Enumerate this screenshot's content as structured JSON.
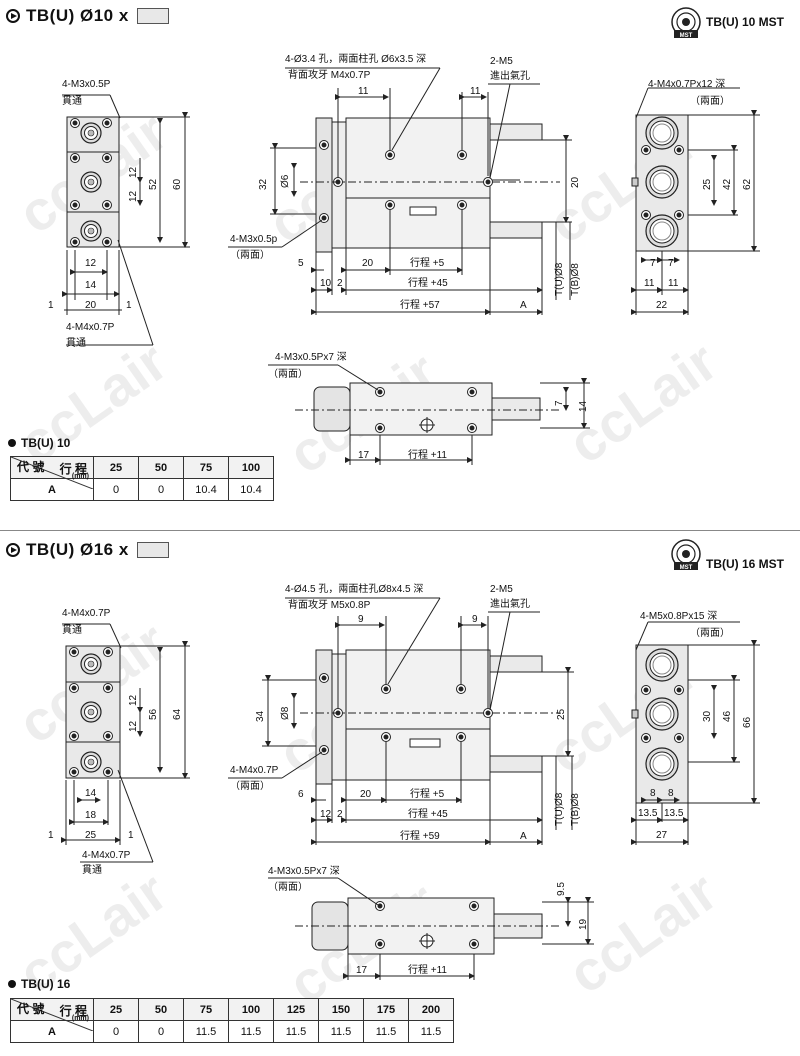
{
  "watermark": "ccLair",
  "s1": {
    "title": "TB(U)  Ø10 x",
    "mst": "TB(U) 10 MST",
    "labels": {
      "l1a": "4-M3x0.5P",
      "l1b": "貫通",
      "l2a": "4-Ø3.4 孔，兩面柱孔 Ø6x3.5 深",
      "l2b": "背面攻牙  M4x0.7P",
      "l3a": "2-M5",
      "l3b": "進出氣孔",
      "l4a": "4-M4x0.7Px12 深",
      "l4b": "（兩面）",
      "l5a": "4-M3x0.5p",
      "l5b": "（兩面）",
      "l6a": "4-M4x0.7P",
      "l6b": "貫通",
      "l7a": "4-M3x0.5Px7  深",
      "l7b": "（兩面）",
      "d11a": "11",
      "d11b": "11",
      "d32": "32",
      "d6": "Ø6",
      "d20v": "20",
      "d12a": "12",
      "d12b": "12",
      "d52": "52",
      "d60": "60",
      "d12h": "12",
      "d14": "14",
      "d1a": "1",
      "d20h": "20",
      "d1b": "1",
      "d5": "5",
      "d10": "10",
      "d2": "2",
      "d20s": "20",
      "st5": "行程 +5",
      "st45": "行程 +45",
      "st57": "行程 +57",
      "dA": "A",
      "tu": "T(U)Ø8",
      "tb": "T(B)Ø8",
      "r25": "25",
      "r42": "42",
      "r62": "62",
      "r7a": "7",
      "r7b": "7",
      "r11a": "11",
      "r11b": "11",
      "r22": "22",
      "b7": "7",
      "b14": "14",
      "b17": "17",
      "st11": "行程 +11"
    },
    "table_title": "TB(U) 10",
    "table": {
      "corner_a": "行 程",
      "corner_unit": "(mm)",
      "corner_b": "代 號",
      "cols": [
        "25",
        "50",
        "75",
        "100"
      ],
      "row_label": "A",
      "values": [
        "0",
        "0",
        "10.4",
        "10.4"
      ]
    }
  },
  "s2": {
    "title": "TB(U)  Ø16 x",
    "mst": "TB(U) 16 MST",
    "labels": {
      "l1a": "4-M4x0.7P",
      "l1b": "貫通",
      "l2a": "4-Ø4.5 孔，兩面柱孔Ø8x4.5  深",
      "l2b": "背面攻牙  M5x0.8P",
      "l3a": "2-M5",
      "l3b": "進出氣孔",
      "l4a": "4-M5x0.8Px15 深",
      "l4b": "（兩面）",
      "l5a": "4-M4x0.7P",
      "l5b": "（兩面）",
      "l6a": "4-M4x0.7P",
      "l6b": "貫通",
      "l7a": "4-M3x0.5Px7  深",
      "l7b": "（兩面）",
      "d9a": "9",
      "d9b": "9",
      "d34": "34",
      "d8": "Ø8",
      "d25v": "25",
      "d12a": "12",
      "d12b": "12",
      "d56": "56",
      "d64": "64",
      "d14": "14",
      "d18": "18",
      "d1a": "1",
      "d25h": "25",
      "d1b": "1",
      "d6": "6",
      "d12": "12",
      "d2": "2",
      "d20s": "20",
      "st5": "行程 +5",
      "st45": "行程 +45",
      "st59": "行程 +59",
      "dA": "A",
      "tu": "T(U)Ø8",
      "tb": "T(B)Ø8",
      "r30": "30",
      "r46": "46",
      "r66": "66",
      "r8a": "8",
      "r8b": "8",
      "r135a": "13.5",
      "r135b": "13.5",
      "r27": "27",
      "b95": "9.5",
      "b19": "19",
      "b17": "17",
      "st11": "行程 +11"
    },
    "table_title": "TB(U) 16",
    "table": {
      "corner_a": "行 程",
      "corner_unit": "(mm)",
      "corner_b": "代 號",
      "cols": [
        "25",
        "50",
        "75",
        "100",
        "125",
        "150",
        "175",
        "200"
      ],
      "row_label": "A",
      "values": [
        "0",
        "0",
        "11.5",
        "11.5",
        "11.5",
        "11.5",
        "11.5",
        "11.5"
      ]
    }
  },
  "logo_text": "MST"
}
